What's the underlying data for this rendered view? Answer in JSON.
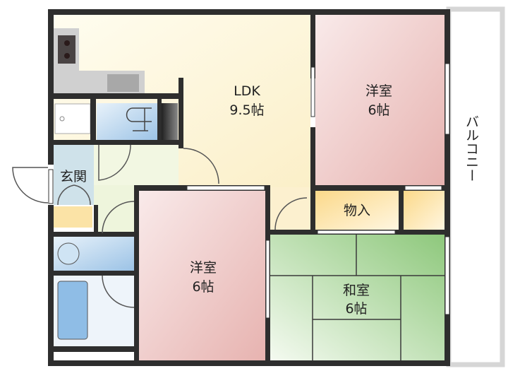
{
  "rooms": {
    "ldk": {
      "name": "LDK",
      "size": "9.5帖"
    },
    "western_room_north": {
      "name": "洋室",
      "size": "6帖"
    },
    "western_room_south": {
      "name": "洋室",
      "size": "6帖"
    },
    "japanese_room": {
      "name": "和室",
      "size": "6帖"
    },
    "closet": {
      "name": "物入"
    },
    "entrance": {
      "name": "玄関"
    },
    "balcony": {
      "name": "バルコニー"
    }
  },
  "colors": {
    "ldk": "#fdf6dc",
    "western": "#ecc3c0",
    "japanese": "#9fd08f",
    "closet": "#fbe3a6",
    "wet_area": "#bcd8ef",
    "hall": "#eef5dc",
    "wall": "#2e2e2e",
    "balcony_border": "#d6d6d6"
  }
}
